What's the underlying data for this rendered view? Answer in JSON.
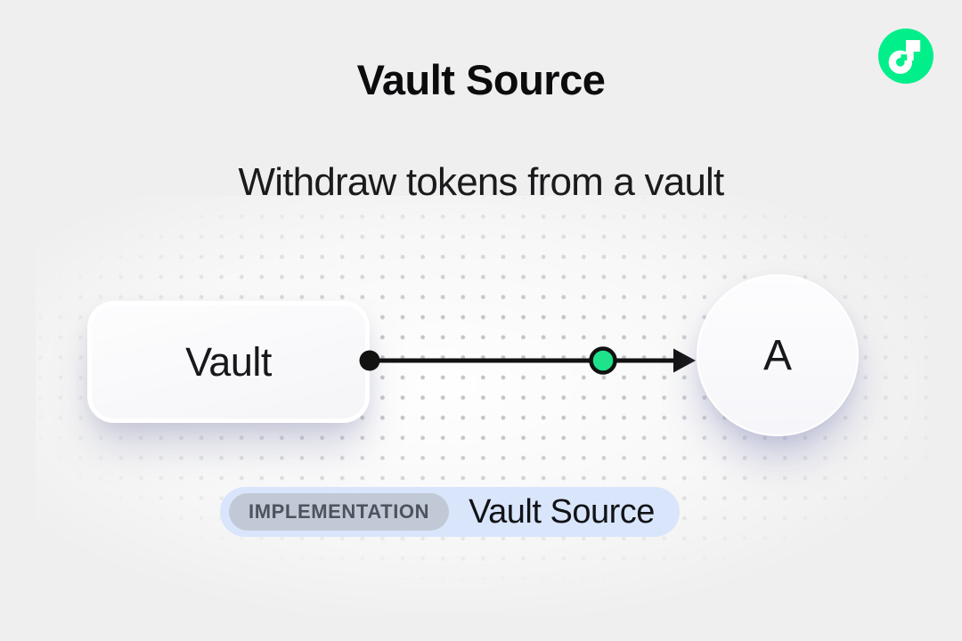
{
  "header": {
    "title": "Vault Source",
    "subtitle": "Withdraw tokens from a vault"
  },
  "logo": {
    "name": "Flow",
    "brand_green": "#00EF8B"
  },
  "diagram": {
    "vault_node": {
      "label": "Vault"
    },
    "account_node": {
      "label": "A"
    },
    "connector": {
      "line_color": "#121212",
      "accent_dot_color": "#1FE38A"
    }
  },
  "footer_badge": {
    "tag_label": "IMPLEMENTATION",
    "value_label": "Vault Source",
    "outer_bg": "#d9e5fb",
    "tag_bg": "#c2c9d6",
    "tag_text_color": "#4d545e"
  }
}
